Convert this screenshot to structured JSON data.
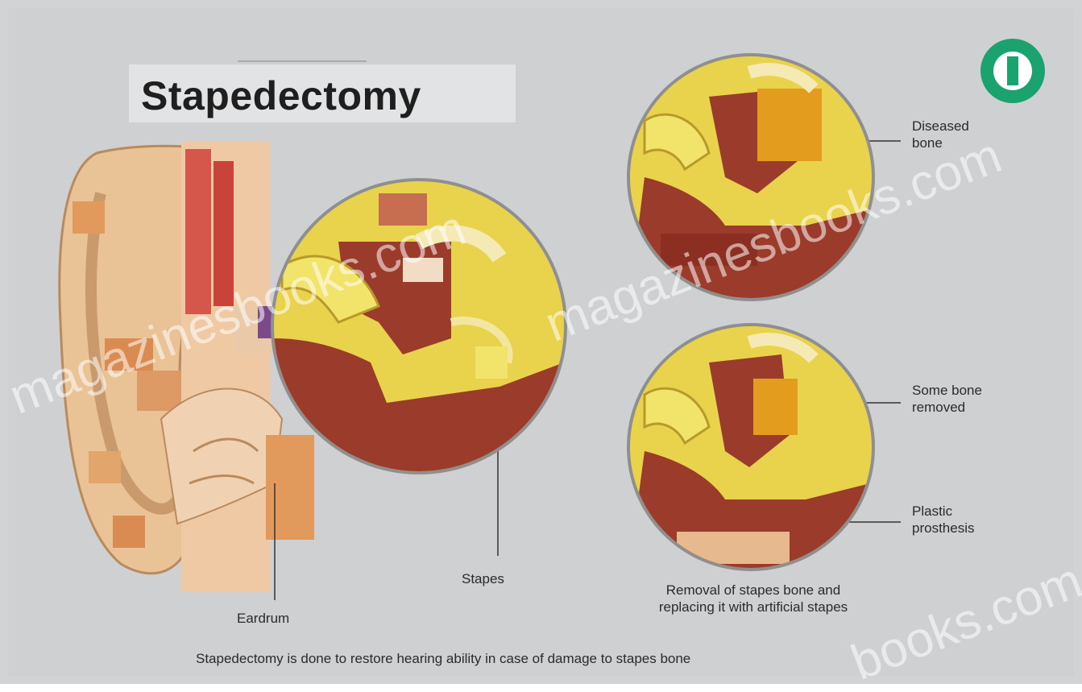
{
  "title": "Stapedectomy",
  "labels": {
    "eardrum": "Eardrum",
    "stapes": "Stapes",
    "diseased_bone": [
      "Diseased",
      "bone"
    ],
    "some_bone_removed": [
      "Some bone",
      "removed"
    ],
    "plastic_prosthesis": [
      "Plastic",
      "prosthesis"
    ],
    "removal_caption": [
      "Removal of stapes bone and",
      "replacing it with artificial stapes"
    ]
  },
  "footer": "Stapedectomy is done to restore hearing ability in case of damage to stapes bone",
  "watermarks": [
    "magazinesbooks.com",
    "magazinesbooks.com",
    "books.com"
  ],
  "colors": {
    "background": "#d2d3d5",
    "bone_yellow": "#e9d34c",
    "tissue_red": "#9b3b2b",
    "skin": "#e7b98f",
    "logo_green": "#1aa36f"
  },
  "icons": {
    "logo": "logo-icon"
  }
}
